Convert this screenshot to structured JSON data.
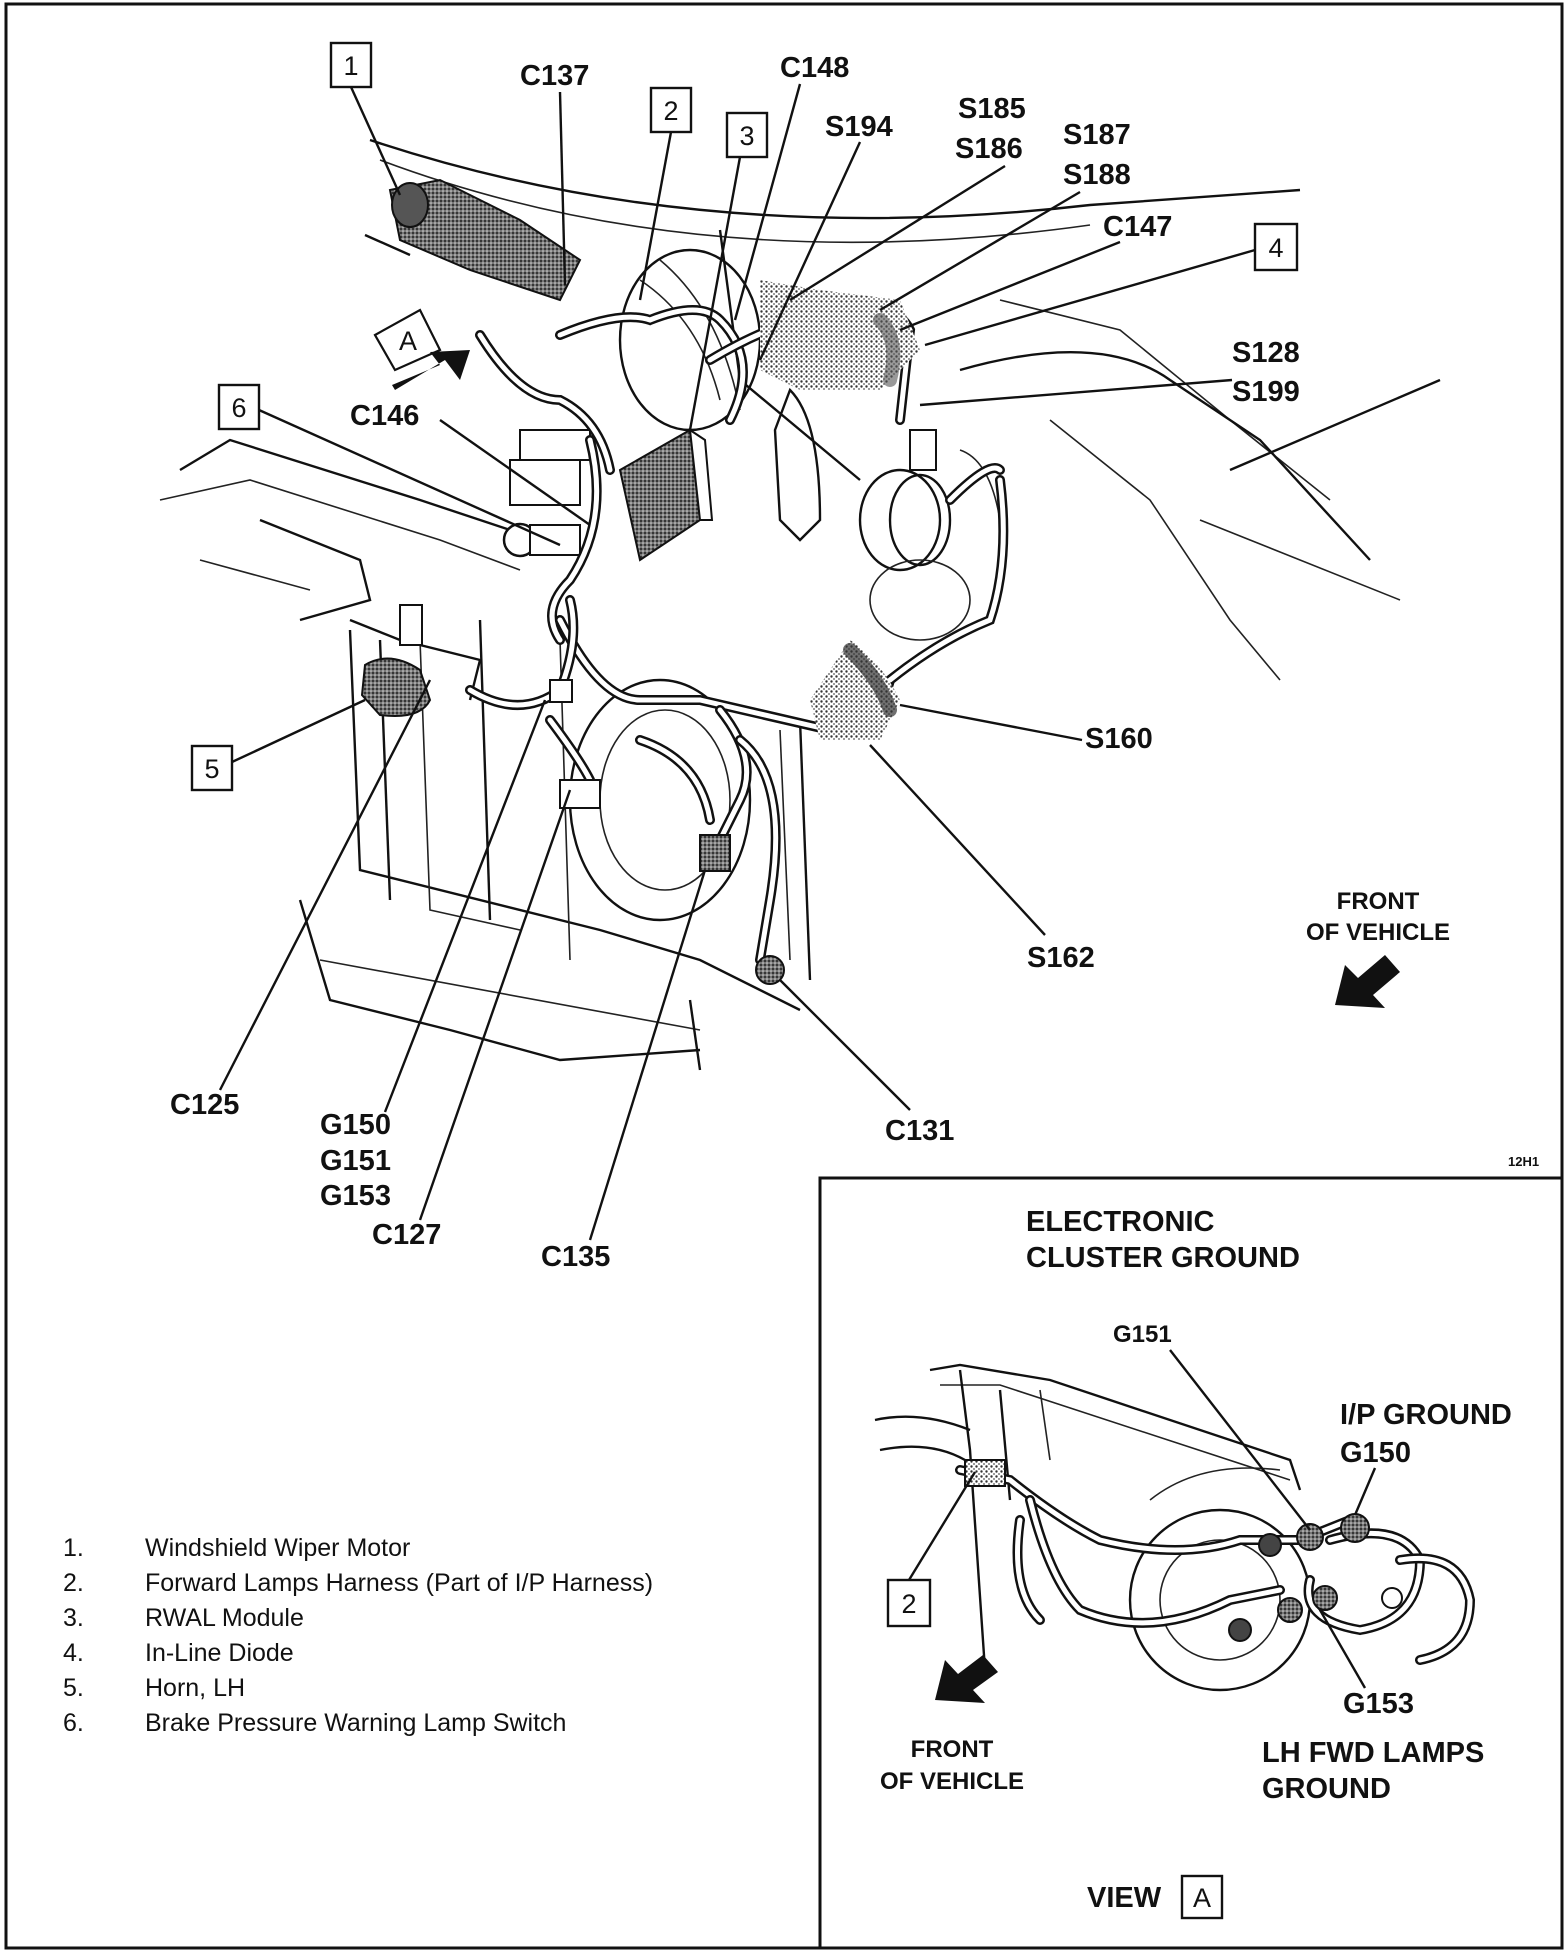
{
  "main_view": {
    "item_boxes": [
      "1",
      "2",
      "3",
      "4",
      "5",
      "6"
    ],
    "view_marker": "A",
    "callouts": {
      "c137": "C137",
      "c148": "C148",
      "s194": "S194",
      "s185": "S185",
      "s186": "S186",
      "s187": "S187",
      "s188": "S188",
      "c147": "C147",
      "s128": "S128",
      "s199": "S199",
      "c146": "C146",
      "s160": "S160",
      "s162": "S162",
      "c125": "C125",
      "g150": "G150",
      "g151": "G151",
      "g153": "G153",
      "c127": "C127",
      "c135": "C135",
      "c131": "C131"
    },
    "front_label_line1": "FRONT",
    "front_label_line2": "OF VEHICLE",
    "figure_code": "12H1"
  },
  "legend": [
    {
      "num": "1.",
      "text": "Windshield Wiper Motor"
    },
    {
      "num": "2.",
      "text": "Forward Lamps Harness (Part of I/P Harness)"
    },
    {
      "num": "3.",
      "text": "RWAL Module"
    },
    {
      "num": "4.",
      "text": "In-Line Diode"
    },
    {
      "num": "5.",
      "text": "Horn, LH"
    },
    {
      "num": "6.",
      "text": "Brake Pressure Warning Lamp Switch"
    }
  ],
  "inset": {
    "title_line1": "ELECTRONIC",
    "title_line2": "CLUSTER GROUND",
    "g151": "G151",
    "ip_ground": "I/P GROUND",
    "g150": "G150",
    "g153": "G153",
    "lh_line1": "LH FWD LAMPS",
    "lh_line2": "GROUND",
    "item_box": "2",
    "front_line1": "FRONT",
    "front_line2": "OF VEHICLE",
    "view_label": "VIEW",
    "view_letter": "A"
  }
}
